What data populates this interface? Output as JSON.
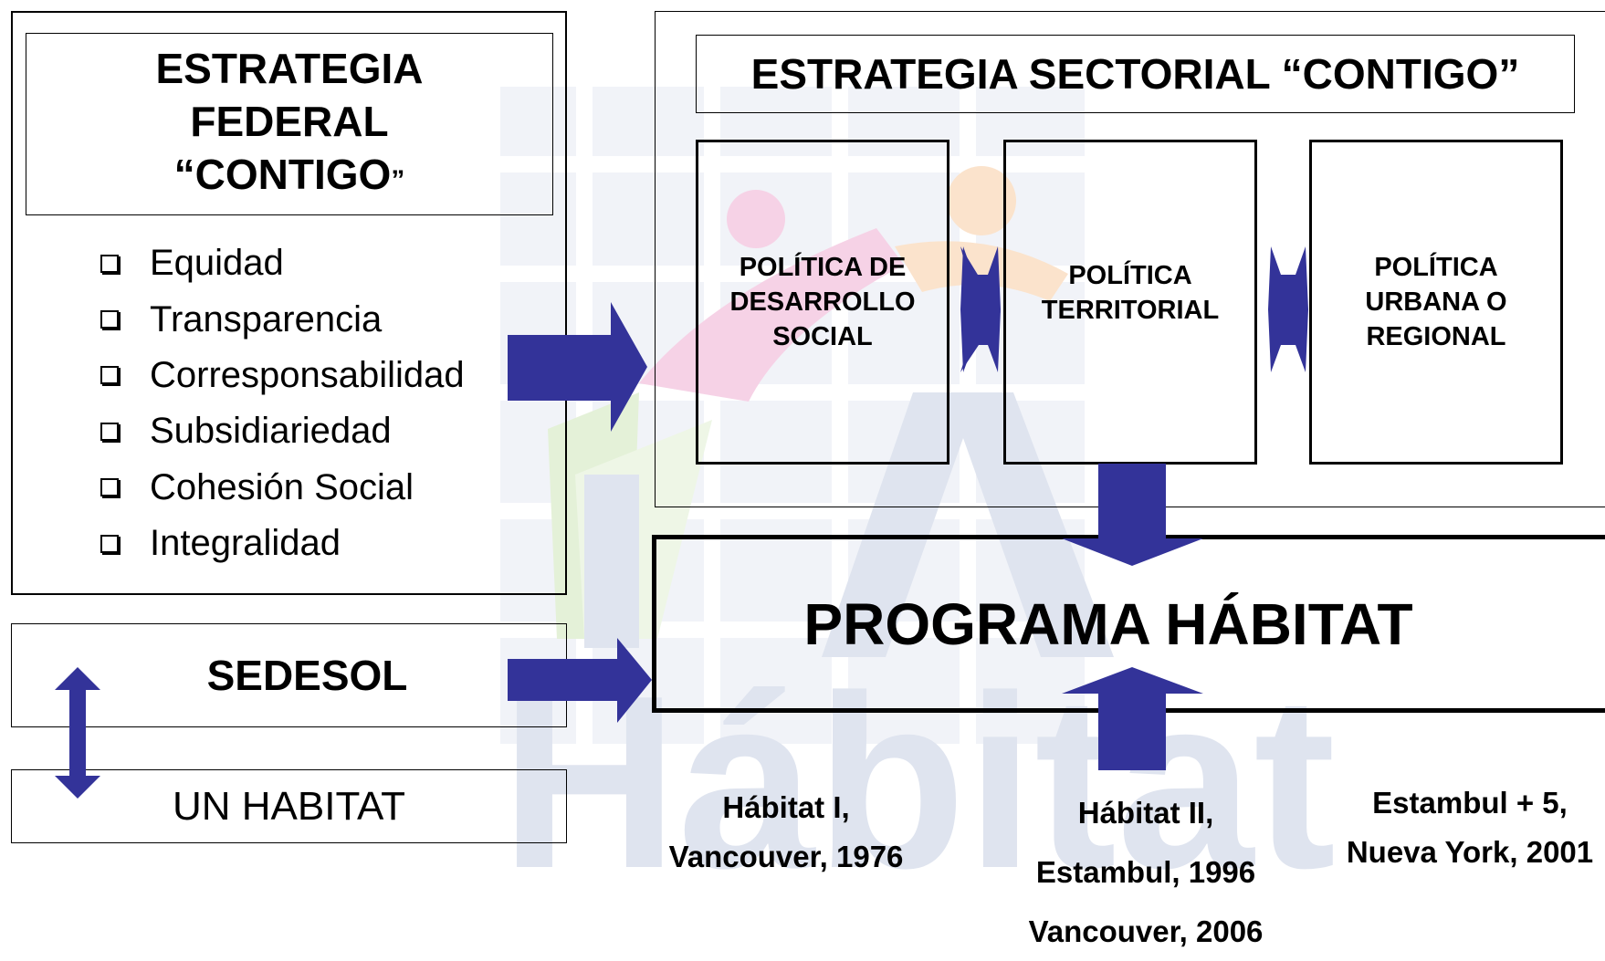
{
  "federal": {
    "title_line1": "ESTRATEGIA",
    "title_line2": "FEDERAL",
    "title_line3": "“CONTIGO",
    "title_line3_suffix": "”",
    "principles": [
      "Equidad",
      "Transparencia",
      "Corresponsabilidad",
      "Subsidiariedad",
      "Cohesión Social",
      "Integralidad"
    ]
  },
  "sedesol": {
    "label": "SEDESOL"
  },
  "un_habitat": {
    "label": "UN HABITAT"
  },
  "sectorial": {
    "title": "ESTRATEGIA SECTORIAL “CONTIGO”",
    "policies": [
      {
        "line1": "POLÍTICA DE",
        "line2": "DESARROLLO",
        "line3": "SOCIAL"
      },
      {
        "line1": "POLÍTICA",
        "line2": "TERRITORIAL"
      },
      {
        "line1": "POLÍTICA",
        "line2": "URBANA O",
        "line3": "REGIONAL"
      }
    ]
  },
  "programa": {
    "label": "PROGRAMA HÁBITAT"
  },
  "conferences": [
    {
      "line1": "Hábitat I,",
      "line2": "Vancouver, 1976"
    },
    {
      "line1": "Hábitat II,",
      "line2": "Estambul, 1996",
      "line3": "Vancouver, 2006"
    },
    {
      "line1": "Estambul + 5,",
      "line2": "Nueva York, 2001"
    }
  ],
  "watermark": {
    "word": "Hábitat"
  },
  "colors": {
    "arrow": "#333399",
    "watermark_blue": "#dfe4ef",
    "watermark_pink": "#f6d2e6",
    "watermark_orange": "#fbe3cc",
    "watermark_green": "#e4f1d8"
  }
}
